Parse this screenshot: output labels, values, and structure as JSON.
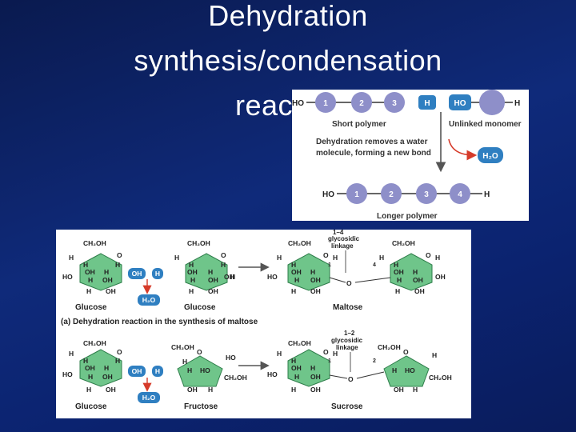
{
  "slide": {
    "title_lines": [
      "Dehydration",
      "synthesis/condensation",
      "reaction"
    ]
  },
  "polymer_figure": {
    "ho_left": "HO",
    "h_right": "H",
    "short_polymer_units": [
      "1",
      "2",
      "3"
    ],
    "short_polymer_h": "H",
    "monomer_ho": "HO",
    "monomer_h": "H",
    "short_polymer_label": "Short polymer",
    "monomer_label": "Unlinked monomer",
    "description": [
      "Dehydration removes a water",
      "molecule, forming a new bond"
    ],
    "water_label": "H₂O",
    "longer_polymer_ho": "HO",
    "longer_polymer_units": [
      "1",
      "2",
      "3",
      "4"
    ],
    "longer_polymer_h": "H",
    "longer_polymer_label": "Longer polymer"
  },
  "sugar_figure": {
    "ch2oh": "CH₂OH",
    "h": "H",
    "oh": "OH",
    "ho": "HO",
    "o": "O",
    "water": "H₂O",
    "glucose": "Glucose",
    "fructose": "Fructose",
    "maltose": "Maltose",
    "sucrose": "Sucrose",
    "linkage_14": [
      "1–4",
      "glycosidic",
      "linkage"
    ],
    "linkage_12": [
      "1–2",
      "glycosidic",
      "linkage"
    ],
    "caption_a": "(a) Dehydration reaction in the synthesis of maltose",
    "c1": "1",
    "c4": "4",
    "c2": "2"
  },
  "colors": {
    "monomer_fill": "#8e8fc9",
    "ring_fill": "#6fc58a",
    "ring_stroke": "#2e7d4a",
    "water_fill": "#2f7fc1",
    "arrow_red": "#d63b2a"
  }
}
